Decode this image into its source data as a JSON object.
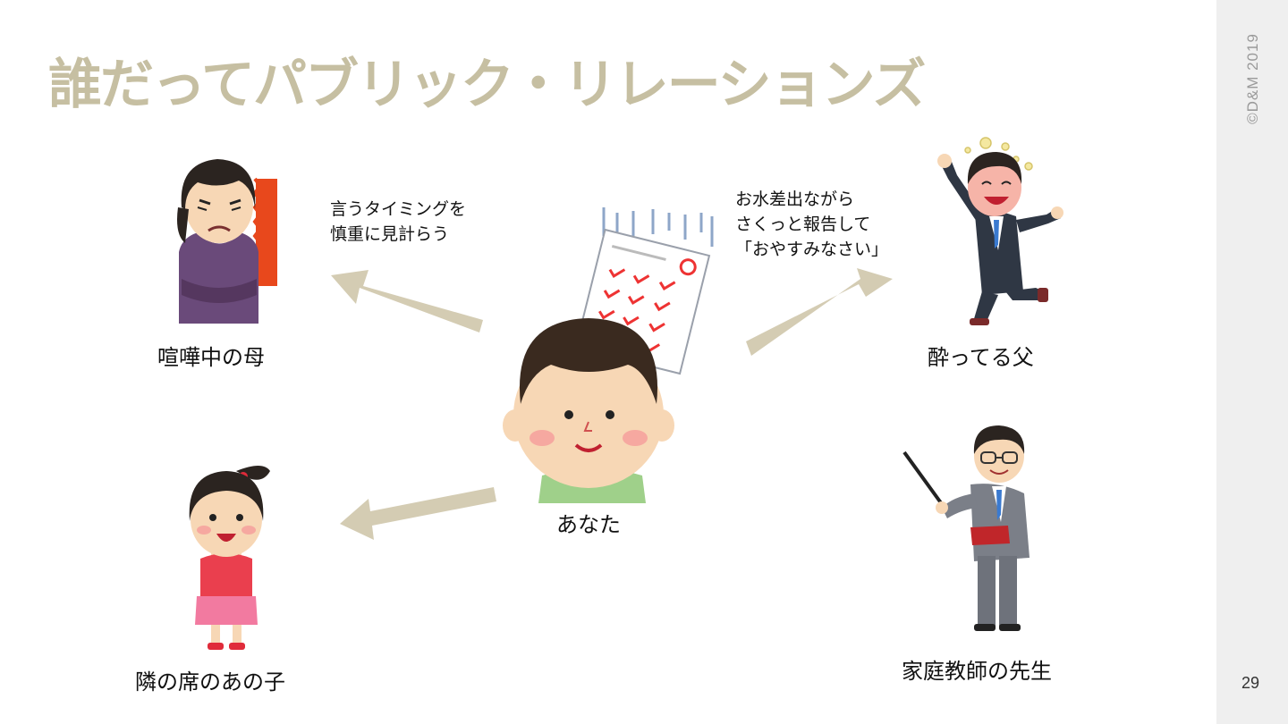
{
  "title": "誰だってパブリック・リレーションズ",
  "copyright": "©D&M 2019",
  "page_number": "29",
  "center": {
    "label": "あなた"
  },
  "people": {
    "mother": {
      "label": "喧嘩中の母"
    },
    "father": {
      "label": "酔ってる父"
    },
    "classmate": {
      "label": "隣の席のあの子"
    },
    "tutor": {
      "label": "家庭教師の先生"
    }
  },
  "notes": {
    "mother": [
      "言うタイミングを",
      "慎重に見計らう"
    ],
    "father": [
      "お水差出ながら",
      "さくっと報告して",
      "「おやすみなさい」"
    ]
  },
  "colors": {
    "title": "#c6bfa2",
    "arrow": "#d4ccb3",
    "sidebar": "#efefef"
  }
}
